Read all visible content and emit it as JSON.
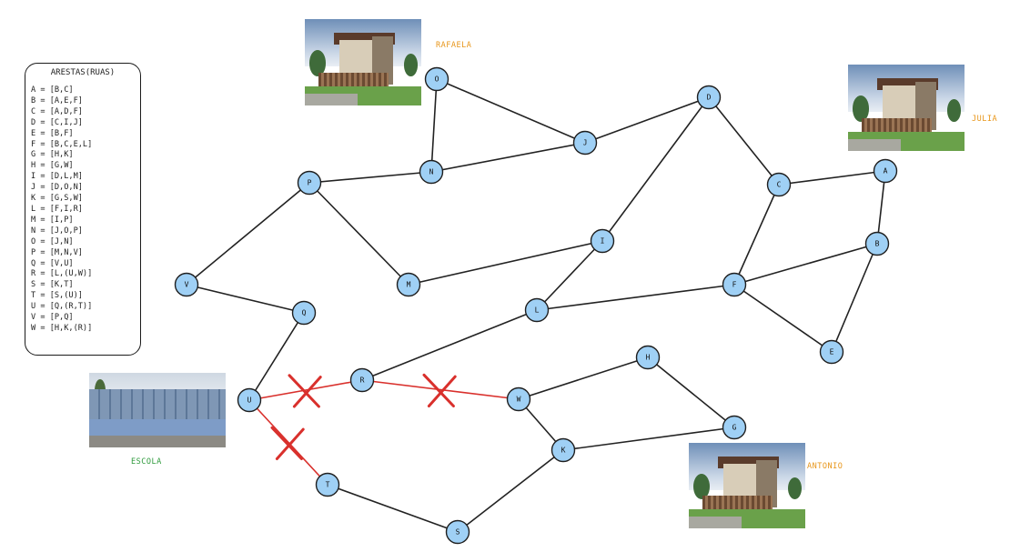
{
  "legend": {
    "title": "ARESTAS(RUAS)",
    "rows": [
      "A = [B,C]",
      "B = [A,E,F]",
      "C = [A,D,F]",
      "D = [C,I,J]",
      "E = [B,F]",
      "F = [B,C,E,L]",
      "G = [H,K]",
      "H = [G,W]",
      "I = [D,L,M]",
      "J = [D,O,N]",
      "K = [G,S,W]",
      "L = [F,I,R]",
      "M = [I,P]",
      "N = [J,O,P]",
      "O = [J,N]",
      "P = [M,N,V]",
      "Q = [V,U]",
      "R = [L,(U,W)]",
      "S = [K,T]",
      "T = [S,(U)]",
      "U = [Q,(R,T)]",
      "V = [P,Q]",
      "W = [H,K,(R)]"
    ]
  },
  "places": {
    "rafaela": "RAFAELA",
    "julia": "JULIA",
    "antonio": "ANTONIO",
    "escola": "ESCOLA"
  },
  "colors": {
    "node_fill": "#9fd0f5",
    "edge": "#222222",
    "blocked": "#d9302c",
    "house_label": "#e8961a",
    "school_label": "#2e9a3c"
  },
  "graph": {
    "nodes": [
      "A",
      "B",
      "C",
      "D",
      "E",
      "F",
      "G",
      "H",
      "I",
      "J",
      "K",
      "L",
      "M",
      "N",
      "O",
      "P",
      "Q",
      "R",
      "S",
      "T",
      "U",
      "V",
      "W"
    ],
    "edges": [
      [
        "A",
        "B"
      ],
      [
        "A",
        "C"
      ],
      [
        "B",
        "E"
      ],
      [
        "B",
        "F"
      ],
      [
        "C",
        "D"
      ],
      [
        "C",
        "F"
      ],
      [
        "D",
        "I"
      ],
      [
        "D",
        "J"
      ],
      [
        "E",
        "F"
      ],
      [
        "F",
        "L"
      ],
      [
        "G",
        "H"
      ],
      [
        "G",
        "K"
      ],
      [
        "H",
        "W"
      ],
      [
        "I",
        "L"
      ],
      [
        "I",
        "M"
      ],
      [
        "J",
        "O"
      ],
      [
        "J",
        "N"
      ],
      [
        "K",
        "S"
      ],
      [
        "K",
        "W"
      ],
      [
        "L",
        "R"
      ],
      [
        "M",
        "P"
      ],
      [
        "N",
        "O"
      ],
      [
        "N",
        "P"
      ],
      [
        "P",
        "V"
      ],
      [
        "Q",
        "V"
      ],
      [
        "Q",
        "U"
      ],
      [
        "S",
        "T"
      ]
    ],
    "blocked_edges": [
      [
        "U",
        "R"
      ],
      [
        "R",
        "W"
      ],
      [
        "U",
        "T"
      ]
    ]
  }
}
